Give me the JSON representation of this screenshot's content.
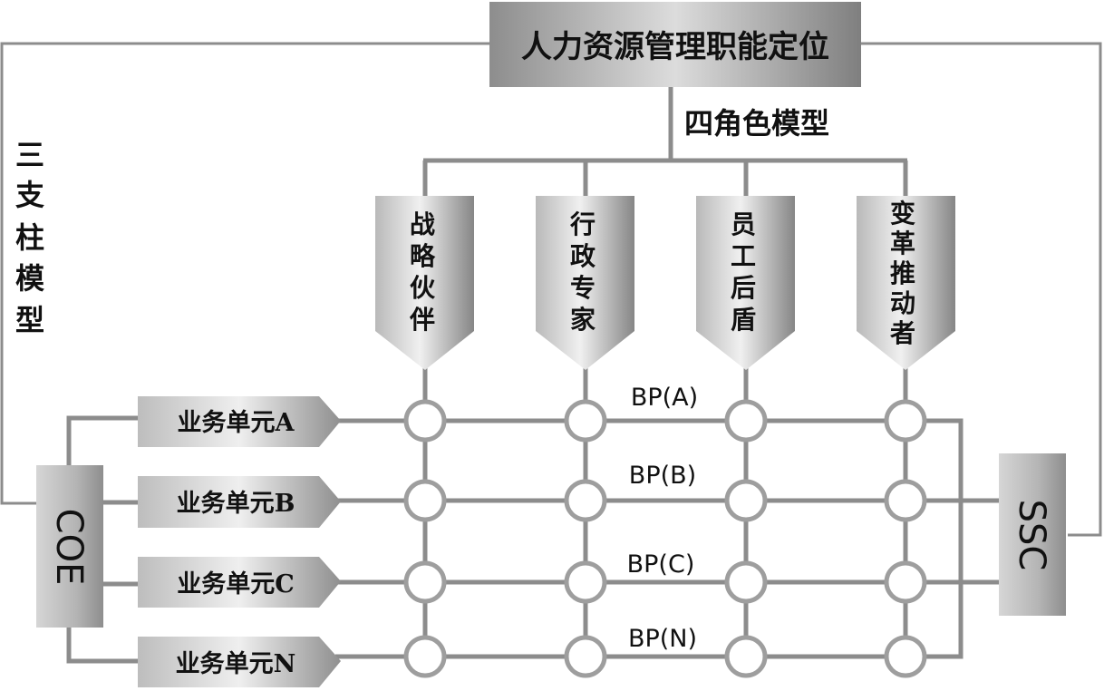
{
  "top_box": {
    "label": "人力资源管理职能定位"
  },
  "four_role_label": "四角色模型",
  "three_pillar_label": [
    "三",
    "支",
    "柱",
    "模",
    "型"
  ],
  "roles": [
    {
      "chars": [
        "战",
        "略",
        "伙",
        "伴"
      ]
    },
    {
      "chars": [
        "行",
        "政",
        "专",
        "家"
      ]
    },
    {
      "chars": [
        "员",
        "工",
        "后",
        "盾"
      ]
    },
    {
      "chars": [
        "变",
        "革",
        "推",
        "动",
        "者"
      ]
    }
  ],
  "units": [
    "业务单元A",
    "业务单元B",
    "业务单元C",
    "业务单元N"
  ],
  "bp_labels": [
    "BP(A)",
    "BP(B)",
    "BP(C)",
    "BP(N)"
  ],
  "coe_label": "COE",
  "ssc_label": "SSC",
  "colors": {
    "line": "#8c8c8c",
    "node_stroke": "#9e9e9e",
    "box_light": "#e6e6e6",
    "box_dark": "#8a8a8a"
  }
}
